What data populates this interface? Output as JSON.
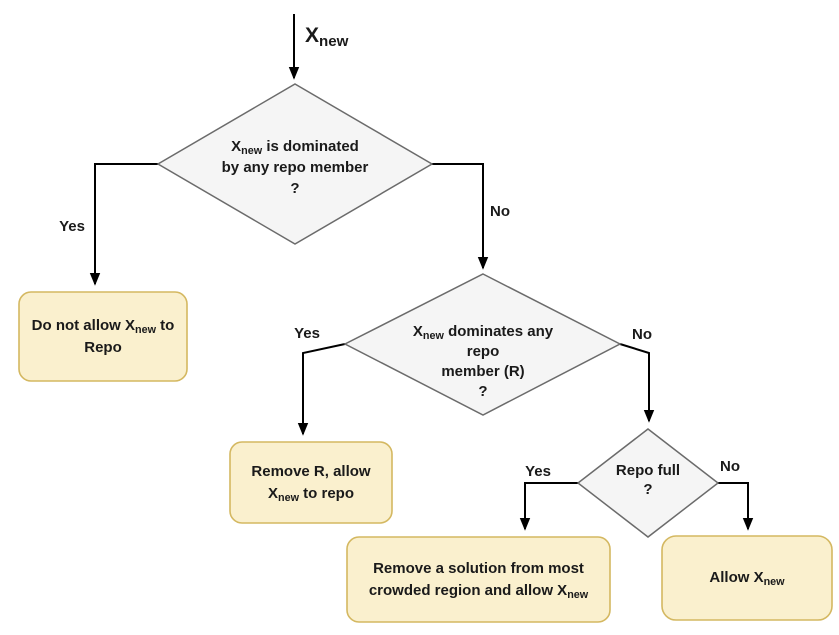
{
  "colors": {
    "decision_fill": "#F5F5F5",
    "decision_stroke": "#6B6B6B",
    "action_fill": "#FAF0CE",
    "action_stroke": "#D4B861",
    "edge": "#000000",
    "text": "#1A1A1A"
  },
  "entry_label": {
    "base": "X",
    "sub": "new"
  },
  "decisions": {
    "d1": {
      "line1_pre": "X",
      "line1_sub": "new",
      "line1_post": " is dominated",
      "line2": "by any repo member",
      "line3": "?"
    },
    "d2": {
      "line1_pre": "X",
      "line1_sub": "new",
      "line1_post": " dominates any",
      "line2": "repo",
      "line3": "member (R)",
      "line4": "?"
    },
    "d3": {
      "line1": "Repo full",
      "line2": "?"
    }
  },
  "actions": {
    "b1": {
      "line1_pre": "Do not allow X",
      "line1_sub": "new",
      "line1_post": " to",
      "line2": "Repo"
    },
    "b2": {
      "line1": "Remove R, allow",
      "line2_pre": "X",
      "line2_sub": "new",
      "line2_post": " to repo"
    },
    "b3": {
      "line1": "Remove a solution from most",
      "line2_pre": "crowded region and allow X",
      "line2_sub": "new"
    },
    "b4": {
      "line1_pre": "Allow X",
      "line1_sub": "new"
    }
  },
  "edge_labels": {
    "d1_yes": "Yes",
    "d1_no": "No",
    "d2_yes": "Yes",
    "d2_no": "No",
    "d3_yes": "Yes",
    "d3_no": "No"
  }
}
